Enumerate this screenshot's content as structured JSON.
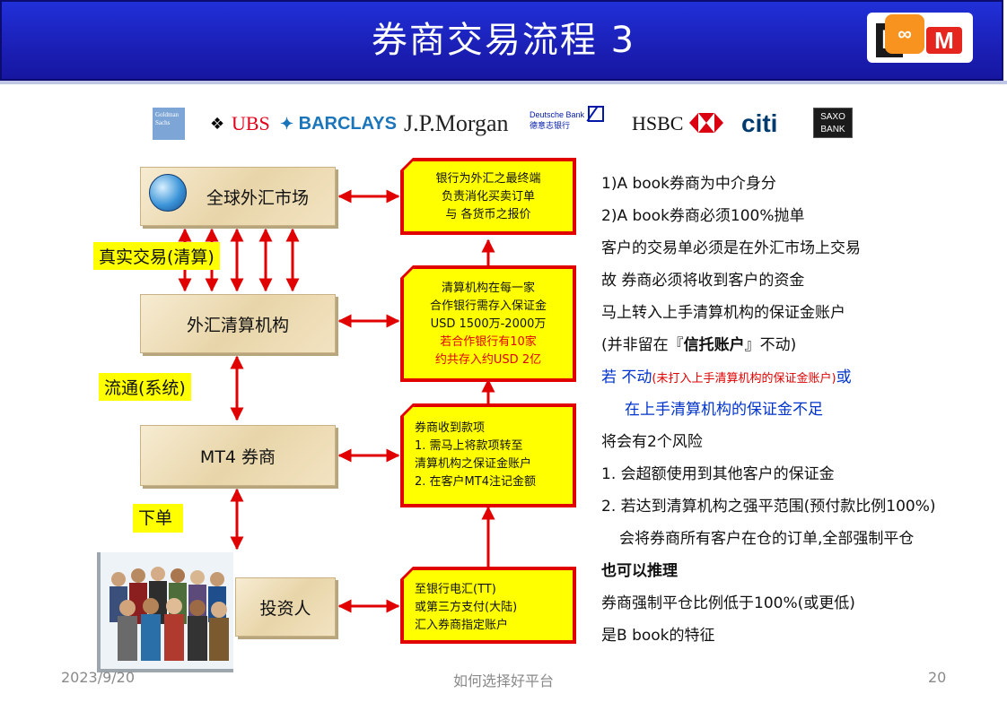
{
  "header": {
    "title": "券商交易流程 3",
    "logo": {
      "l": "L",
      "oo": "∞",
      "m": "M"
    }
  },
  "banks": {
    "goldman": "Goldman Sachs",
    "ubs": "UBS",
    "barclays": "BARCLAYS",
    "jpmorgan": "J.P.Morgan",
    "deutsche_en": "Deutsche Bank",
    "deutsche_cn": "德意志银行",
    "hsbc": "HSBC",
    "citi": "citi",
    "saxo": [
      "SAXO",
      "BANK"
    ]
  },
  "flow": {
    "box_market": "全球外汇市场",
    "box_clearing": "外汇清算机构",
    "box_broker": "MT4 券商",
    "box_investor": "投资人",
    "label_real": "真实交易(清算)",
    "label_flow": "流通(系统)",
    "label_order": "下单"
  },
  "notes": {
    "n1": [
      "银行为外汇之最终端",
      "负责消化买卖订单",
      "与  各货币之报价"
    ],
    "n2": [
      "清算机构在每一家",
      "合作银行需存入保证金",
      "USD 1500万-2000万",
      "若合作银行有10家",
      "约共存入约USD 2亿"
    ],
    "n3": [
      "券商收到款项",
      "1. 需马上将款项转至",
      "清算机构之保证金账户",
      "2. 在客户MT4注记金额"
    ],
    "n4": [
      "至银行电汇(TT)",
      "或第三方支付(大陆)",
      "汇入券商指定账户"
    ]
  },
  "right": {
    "l1": "1)A book券商为中介身分",
    "l2": "2)A book券商必须100%抛单",
    "l3": "客户的交易单必须是在外汇市场上交易",
    "l4": "故  券商必须将收到客户的资金",
    "l5": "马上转入上手清算机构的保证金账户",
    "l6a": "(并非留在『",
    "l6b": "信托账户",
    "l6c": "』不动)",
    "l7a": "若 不动",
    "l7b": "(未打入上手清算机构的保证金账户)",
    "l7c": "或",
    "l8": "在上手清算机构的保证金不足",
    "l9": "将会有2个风险",
    "l10": "1. 会超额使用到其他客户的保证金",
    "l11": "2. 若达到清算机构之强平范围(预付款比例100%)",
    "l12": "会将券商所有客户在仓的订单,全部强制平仓",
    "l13": "也可以推理",
    "l14": "券商强制平仓比例低于100%(或更低)",
    "l15": "是B  book的特征"
  },
  "footer": {
    "date": "2023/9/20",
    "center": "如何选择好平台",
    "page": "20"
  },
  "colors": {
    "header": "#1b1fb5",
    "accent_red": "#e00000",
    "note_yellow": "#ffff00",
    "blue_text": "#0033cc"
  }
}
